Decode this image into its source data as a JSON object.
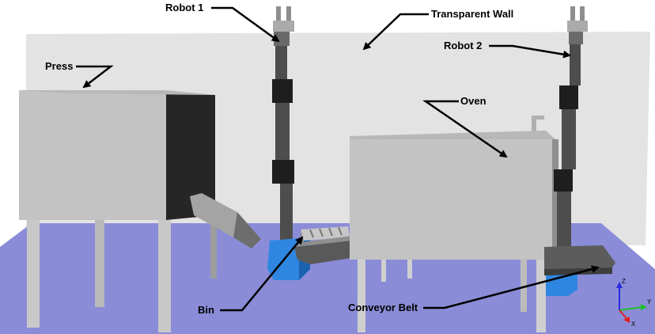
{
  "labels": {
    "robot1": "Robot 1",
    "transparent_wall": "Transparent Wall",
    "robot2": "Robot 2",
    "press": "Press",
    "oven": "Oven",
    "bin": "Bin",
    "conveyor_belt": "Conveyor Belt"
  },
  "axes": {
    "z": "Z",
    "y": "Y",
    "x": "X"
  },
  "colors": {
    "background": "#ffffff",
    "wall": "#e3e3e3",
    "floor": "#8a8cd8",
    "machine_front": "#c3c3c3",
    "machine_side": "#262626",
    "robot_arm": "#4d4d4d",
    "robot_base": "#2f86e0",
    "arrow": "#000000"
  }
}
